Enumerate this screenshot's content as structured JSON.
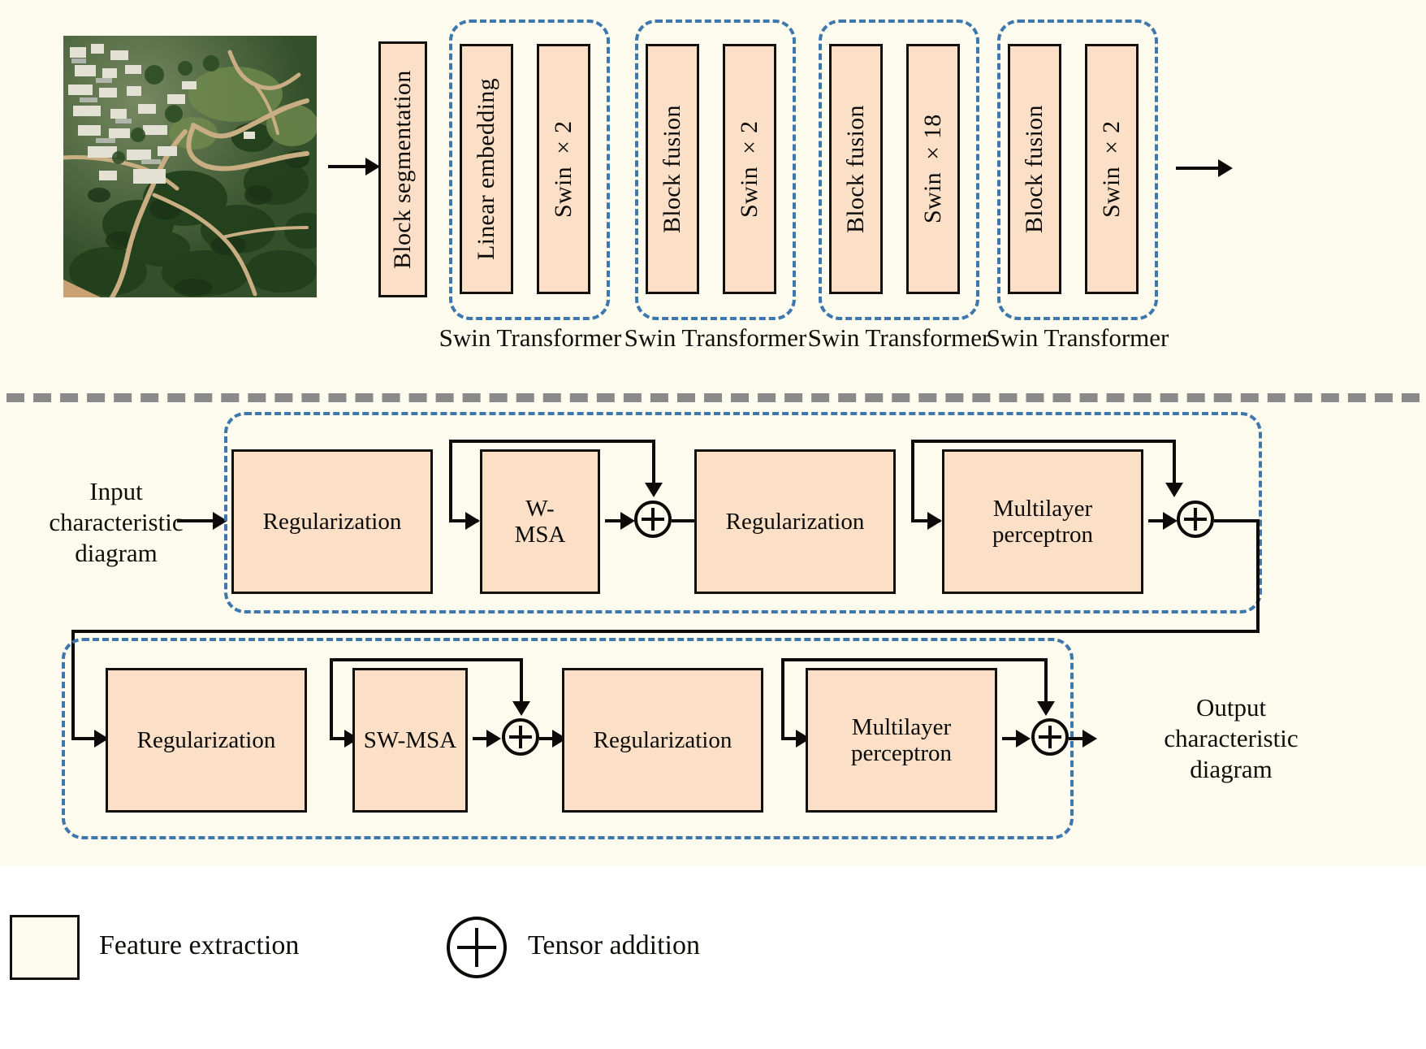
{
  "figure": {
    "title": "Swin Transformer backbone and Swin Transformer block structure",
    "background_color": "#fdfbed",
    "box_fill_color": "#fbe0c7",
    "box_border_color": "#12100c",
    "group_border_color": "#3d77ae",
    "divider_color": "#8a8a8a"
  },
  "top_pipeline": {
    "input_image_alt": "aerial satellite image of a village with roads, buildings and forest",
    "pre_block": {
      "label": "Block segmentation"
    },
    "stages": [
      {
        "group_label": "Swin Transformer",
        "blocks": [
          {
            "label": "Linear embedding"
          },
          {
            "label": "Swin ×2"
          }
        ]
      },
      {
        "group_label": "Swin Transformer",
        "blocks": [
          {
            "label": "Block fusion"
          },
          {
            "label": "Swin ×2"
          }
        ]
      },
      {
        "group_label": "Swin Transformer",
        "blocks": [
          {
            "label": "Block fusion"
          },
          {
            "label": "Swin ×18"
          }
        ]
      },
      {
        "group_label": "Swin Transformer",
        "blocks": [
          {
            "label": "Block fusion"
          },
          {
            "label": "Swin ×2"
          }
        ]
      }
    ]
  },
  "bottom_detail": {
    "input_label": "Input\ncharacteristic\ndiagram",
    "output_label": "Output\ncharacteristic\ndiagram",
    "row1": {
      "blocks": [
        {
          "label": "Regularization"
        },
        {
          "label": "W-\nMSA"
        },
        {
          "label": "Regularization"
        },
        {
          "label": "Multilayer\nperceptron"
        }
      ],
      "adders": [
        "+",
        "+"
      ]
    },
    "row2": {
      "blocks": [
        {
          "label": "Regularization"
        },
        {
          "label": "SW-MSA"
        },
        {
          "label": "Regularization"
        },
        {
          "label": "Multilayer\nperceptron"
        }
      ],
      "adders": [
        "+",
        "+"
      ]
    }
  },
  "legend": {
    "items": [
      {
        "icon": "square-swatch-icon",
        "label": "Feature extraction"
      },
      {
        "icon": "circle-plus-icon",
        "label": "Tensor addition"
      }
    ]
  }
}
